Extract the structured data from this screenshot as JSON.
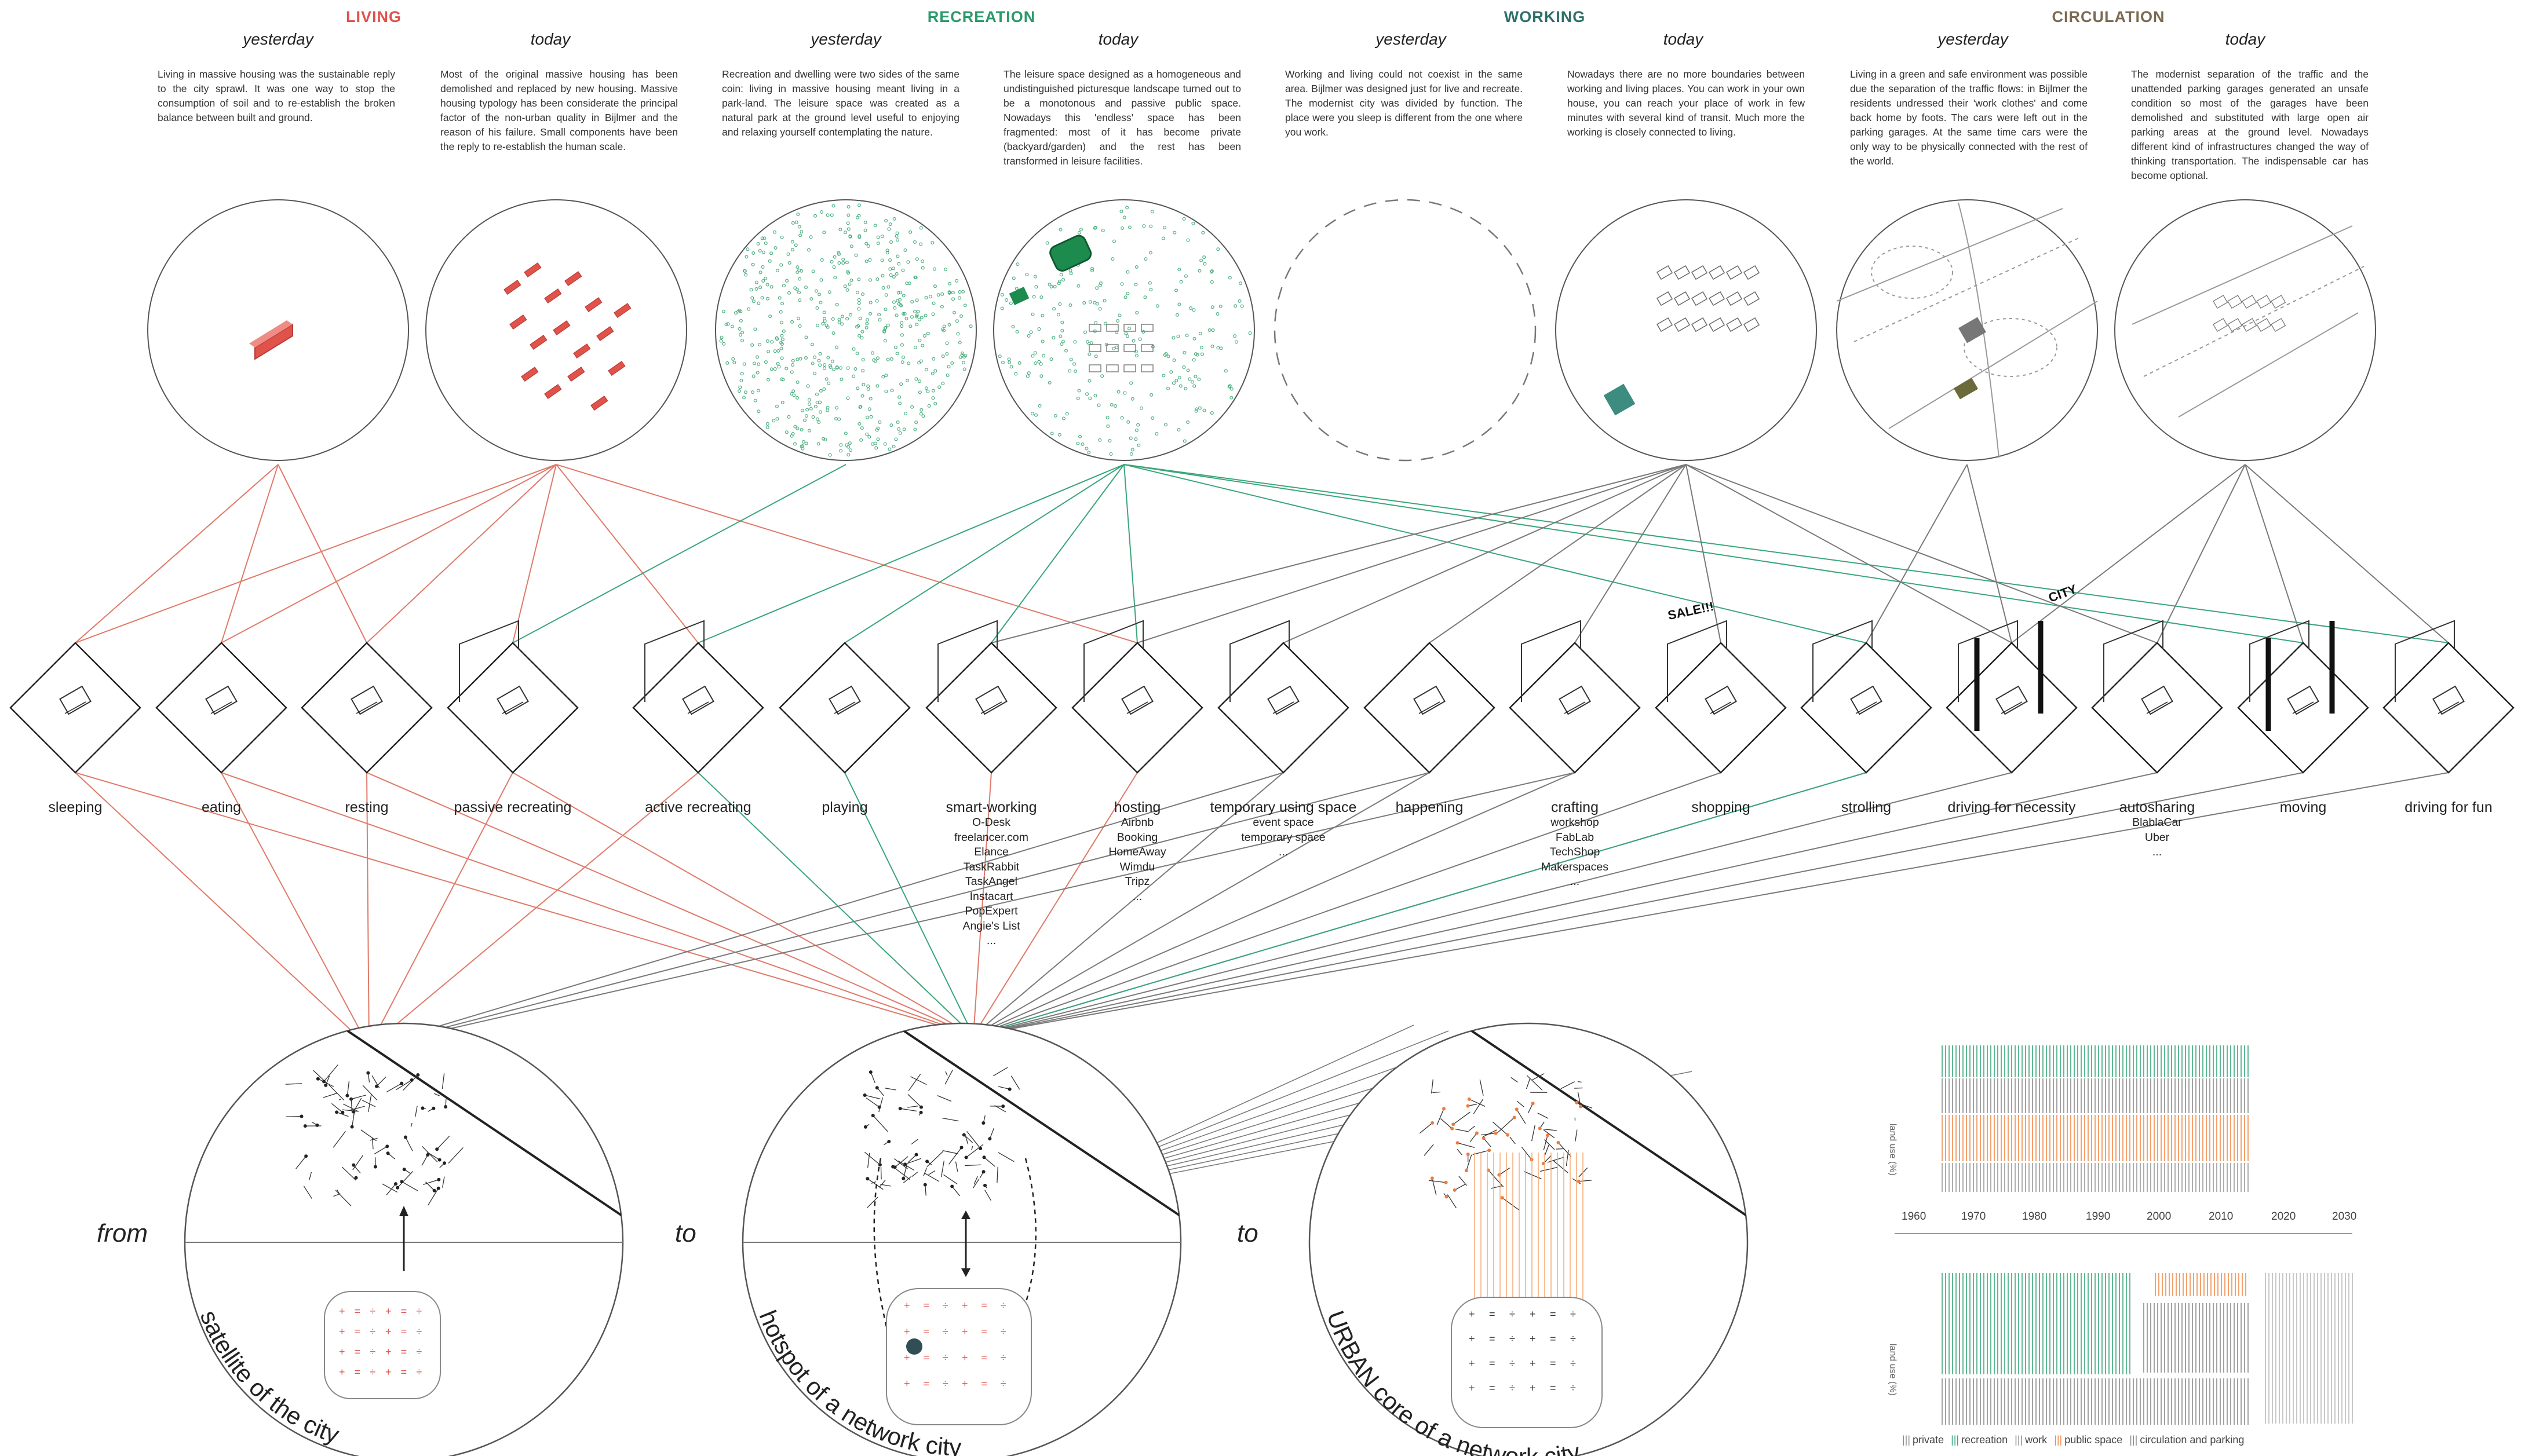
{
  "categories": [
    {
      "title": "LIVING",
      "color": "#e0524a"
    },
    {
      "title": "RECREATION",
      "color": "#2a9a6a"
    },
    {
      "title": "WORKING",
      "color": "#2f6f6a"
    },
    {
      "title": "CIRCULATION",
      "color": "#7b6a52"
    }
  ],
  "columns": [
    {
      "head": "yesterday",
      "text": "Living in massive housing was the sustainable reply to the city sprawl. It was one way to stop the consumption of soil and to re-establish the broken balance between built and ground."
    },
    {
      "head": "today",
      "text": "Most of the original massive housing has been demolished and replaced by new housing. Massive housing typology has been considerate the principal factor of the non-urban quality in Bijlmer and the reason of his failure. Small components have been the reply to re-establish the human scale."
    },
    {
      "head": "yesterday",
      "text": "Recreation and dwelling were two sides of the same coin: living in massive housing meant living in a park-land. The leisure space was created as a natural park at the ground level useful to enjoying and relaxing yourself contemplating the nature."
    },
    {
      "head": "today",
      "text": "The leisure space designed as a homogeneous and undistinguished picturesque landscape turned out to be a monotonous and passive public space. Nowadays this 'endless' space has been fragmented: most of it has become private (backyard/garden) and the rest has been transformed in leisure facilities."
    },
    {
      "head": "yesterday",
      "text": "Working and living could not coexist in the same area. Bijlmer was designed just for live and recreate. The modernist city was divided by function. The place were you sleep is different from the one where you work."
    },
    {
      "head": "today",
      "text": "Nowadays there are no more boundaries between working and living places. You can work in your own house, you can reach your place of work in few minutes with several kind of transit. Much more the working is closely connected to living."
    },
    {
      "head": "yesterday",
      "text": "Living in a green and safe environment was possible due the separation of the traffic flows: in Bijlmer the residents undressed their 'work clothes' and come back home by foots. The cars were left out in the parking garages. At the same time cars were the only way to be physically connected with the rest of the world."
    },
    {
      "head": "today",
      "text": "The modernist separation of the traffic and the unattended parking garages generated an unsafe condition so most of the garages have been demolished and substituted with large open air parking areas at the ground level. Nowadays different kind of infrastructures changed the way of thinking transportation. The indispensable car has become optional."
    }
  ],
  "activities": [
    {
      "label": "sleeping",
      "list": []
    },
    {
      "label": "eating",
      "list": []
    },
    {
      "label": "resting",
      "list": []
    },
    {
      "label": "passive recreating",
      "list": []
    },
    {
      "label": "active recreating",
      "list": []
    },
    {
      "label": "playing",
      "list": []
    },
    {
      "label": "smart-working",
      "list": [
        "O-Desk",
        "freelancer.com",
        "Elance",
        "TaskRabbit",
        "TaskAngel",
        "Instacart",
        "PopExpert",
        "Angie's List",
        "..."
      ]
    },
    {
      "label": "hosting",
      "list": [
        "Airbnb",
        "Booking",
        "HomeAway",
        "Wimdu",
        "Tripz",
        "..."
      ]
    },
    {
      "label": "temporary using space",
      "list": [
        "event space",
        "temporary space",
        "..."
      ]
    },
    {
      "label": "happening",
      "list": []
    },
    {
      "label": "crafting",
      "list": [
        "workshop",
        "FabLab",
        "TechShop",
        "Makerspaces",
        "..."
      ]
    },
    {
      "label": "shopping",
      "list": []
    },
    {
      "label": "strolling",
      "list": []
    },
    {
      "label": "driving for necessity",
      "list": []
    },
    {
      "label": "autosharing",
      "list": [
        "BlablaCar",
        "Uber",
        "..."
      ]
    },
    {
      "label": "moving",
      "list": []
    },
    {
      "label": "driving for fun",
      "list": []
    }
  ],
  "cities": {
    "from_word": "from",
    "to_word_1": "to",
    "to_word_2": "to",
    "labels": [
      "satellite of the city",
      "hotspot of a network city",
      "URBAN core of a network city"
    ]
  },
  "signs": {
    "sale": "SALE!!!",
    "city": "CITY"
  },
  "chart_data": [
    {
      "type": "area",
      "ylabel": "land use (%)",
      "x_ticks": [
        "1960",
        "1970",
        "1980",
        "1990",
        "2000",
        "2010",
        "2020",
        "2030"
      ],
      "series": [
        {
          "name": "recreation"
        },
        {
          "name": "private"
        },
        {
          "name": "public space"
        },
        {
          "name": "circulation and parking"
        }
      ]
    },
    {
      "type": "area",
      "ylabel": "land use (%)",
      "series": [
        {
          "name": "recreation"
        },
        {
          "name": "private"
        },
        {
          "name": "public space"
        }
      ]
    }
  ],
  "legend": [
    {
      "mark": "|||",
      "name": "private",
      "color": "#8a8a8a"
    },
    {
      "mark": "|||",
      "name": "recreation",
      "color": "#3aa87a"
    },
    {
      "mark": "|||",
      "name": "work",
      "color": "#8a8a8a"
    },
    {
      "mark": "|||",
      "name": "public space",
      "color": "#f08a4b"
    },
    {
      "mark": "|||",
      "name": "circulation and parking",
      "color": "#8a8a8a"
    }
  ],
  "colors": {
    "living": "#e0524a",
    "recreation": "#2a9a6a",
    "line_gray": "#777777",
    "orange": "#ef7a3a"
  }
}
